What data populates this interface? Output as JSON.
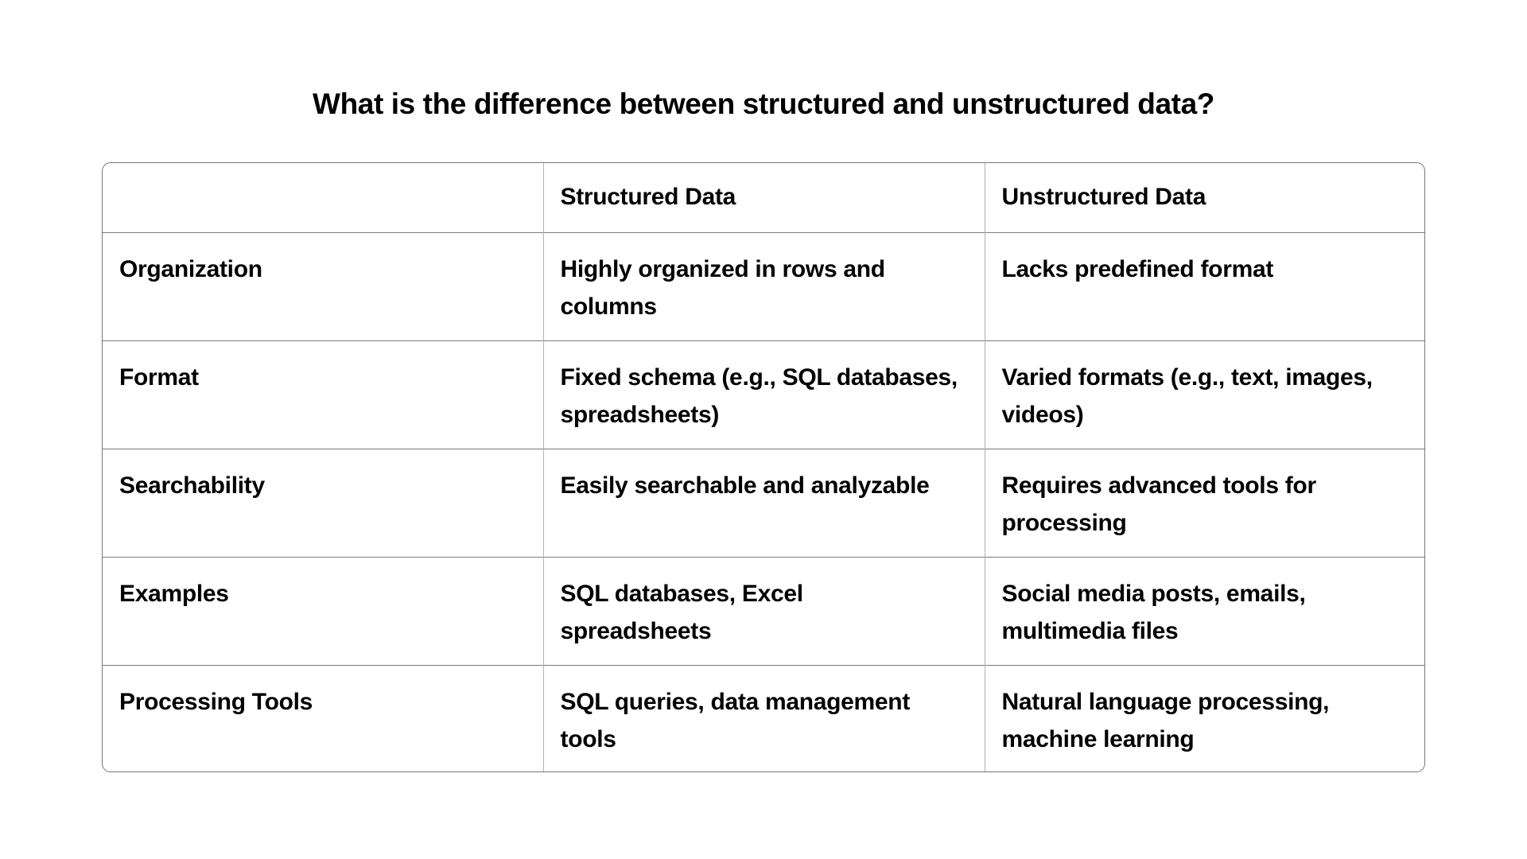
{
  "title": "What is the difference between structured and unstructured data?",
  "table": {
    "headers": [
      "",
      "Structured Data",
      "Unstructured Data"
    ],
    "rows": [
      {
        "label": "Organization",
        "structured": "Highly organized in rows and columns",
        "unstructured": "Lacks predefined format"
      },
      {
        "label": "Format",
        "structured": "Fixed schema (e.g., SQL databases, spreadsheets)",
        "unstructured": "Varied formats (e.g., text, images, videos)"
      },
      {
        "label": "Searchability",
        "structured": "Easily searchable and analyzable",
        "unstructured": "Requires advanced tools for processing"
      },
      {
        "label": "Examples",
        "structured": "SQL databases, Excel spreadsheets",
        "unstructured": "Social media posts, emails, multimedia files"
      },
      {
        "label": "Processing Tools",
        "structured": "SQL queries, data management tools",
        "unstructured": "Natural language processing, machine learning"
      }
    ]
  },
  "colors": {
    "text": "#000000",
    "background": "#ffffff",
    "outer_border": "#767676",
    "row_divider": "#7a7a7a",
    "column_divider": "#b2b2b2"
  }
}
